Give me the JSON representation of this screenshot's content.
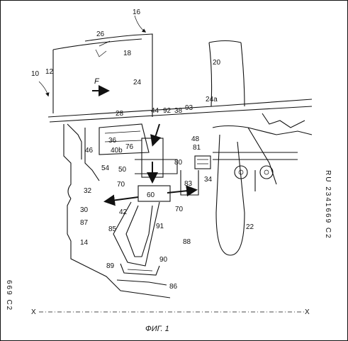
{
  "caption": "ФИГ. 1",
  "side_right": "RU 2341669 C2",
  "side_left": "669 C2",
  "axis_label_left": "X",
  "axis_label_right": "X",
  "flow_label": "F",
  "labels": {
    "n10": "10",
    "n12": "12",
    "n14": "14",
    "n16": "16",
    "n18": "18",
    "n20": "20",
    "n22": "22",
    "n24": "24",
    "n24a": "24a",
    "n26": "26",
    "n28": "28",
    "n30": "30",
    "n32": "32",
    "n34": "34",
    "n36": "36",
    "n38": "38",
    "n40b": "40b",
    "n42": "42",
    "n44": "44",
    "n46": "46",
    "n48": "48",
    "n50": "50",
    "n54": "54",
    "n60": "60",
    "n70a": "70",
    "n70b": "70",
    "n76": "76",
    "n80": "80",
    "n81": "81",
    "n83": "83",
    "n85": "85",
    "n86": "86",
    "n87": "87",
    "n88": "88",
    "n89": "89",
    "n90": "90",
    "n91": "91",
    "n92": "92",
    "n93": "93"
  }
}
